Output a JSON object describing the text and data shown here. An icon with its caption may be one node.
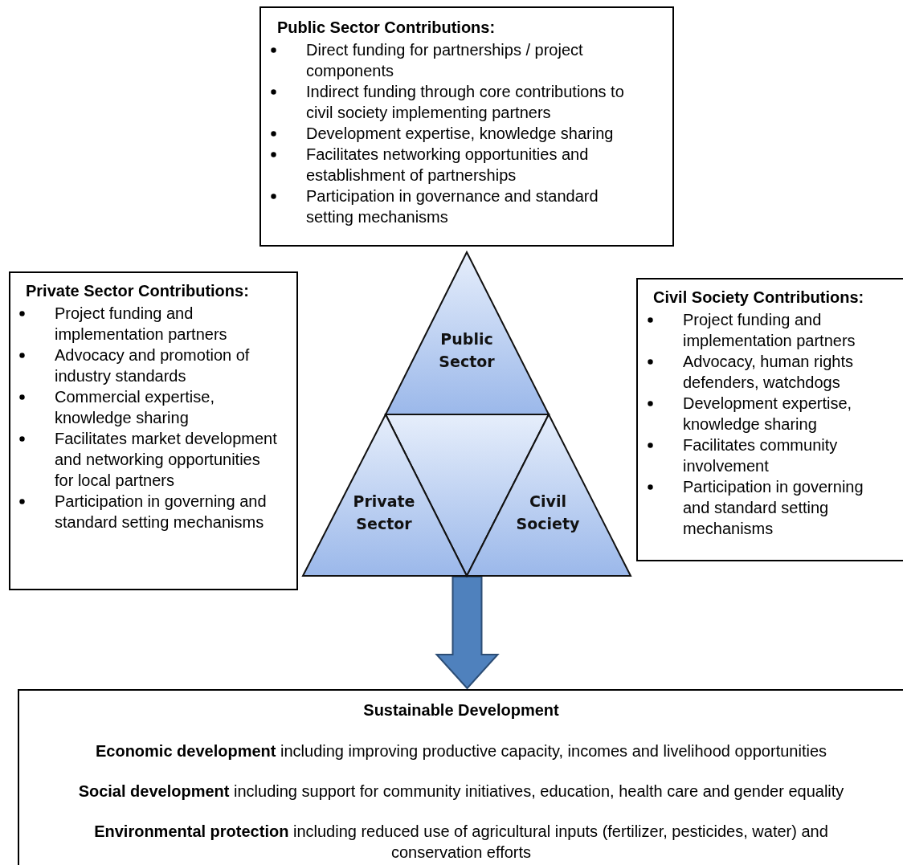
{
  "diagram": {
    "nodes": [
      {
        "text": [
          "Public Sector Contributions:",
          "Direct funding for partnerships / project components",
          "Indirect funding through core contributions to civil society implementing partners",
          "Development expertise, knowledge sharing",
          "Facilitates networking opportunities and establishment of partnerships",
          "Participation in governance and standard setting mechanisms"
        ]
      },
      {
        "text": [
          "Private Sector Contributions:",
          "Project funding and implementation partners",
          "Advocacy and promotion of industry standards",
          "Commercial expertise, knowledge sharing",
          "Facilitates market development and networking opportunities for local partners",
          "Participation in governing and standard setting mechanisms"
        ]
      },
      {
        "text": [
          "Civil Society Contributions:",
          "Project funding and implementation partners",
          "Advocacy, human rights defenders, watchdogs",
          "Development expertise, knowledge sharing",
          "Facilitates community involvement",
          "Participation in governing and standard setting mechanisms"
        ]
      },
      {
        "text": [
          "Public Sector"
        ]
      },
      {
        "text": [],
        "shape": "triangle"
      },
      {
        "text": [
          "Private Sector"
        ]
      },
      {
        "text": [
          "Civil Society"
        ]
      },
      {
        "text": [
          "Sustainable Development",
          "**Economic development** including improving productive capacity, incomes and livelihood opportunities",
          "**Social development** including support for community initiatives, education, health care and gender equality",
          "**Environmental protection** including reduced use of agricultural inputs (fertilizer, pesticides, water) and conservation efforts"
        ]
      }
    ],
    "edges": [
      {
        "from": 4,
        "to": 7,
        "arrow": "to",
        "style": "thick"
      }
    ]
  }
}
